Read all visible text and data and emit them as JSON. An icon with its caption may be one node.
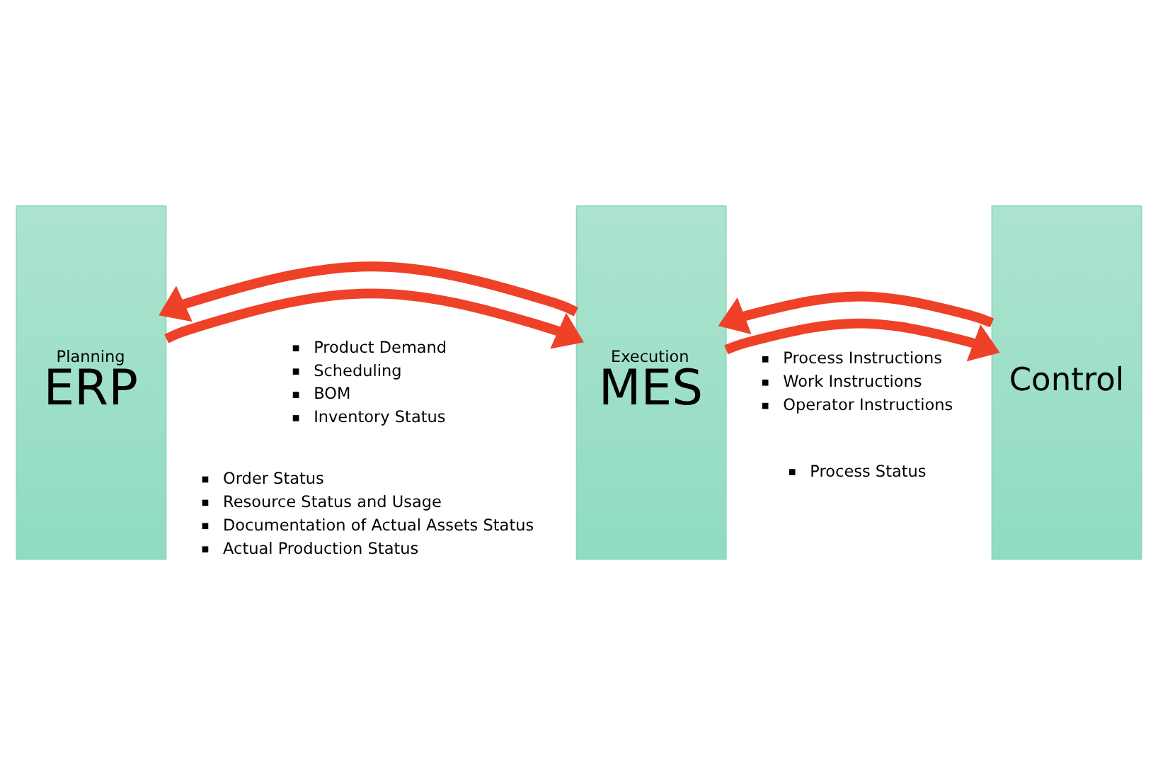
{
  "diagram": {
    "nodes": [
      {
        "text": [
          "Planning",
          "ERP"
        ]
      },
      {
        "text": [
          "Execution",
          "MES"
        ]
      },
      {
        "text": [
          "Control"
        ]
      }
    ],
    "edges": [
      {
        "from": 0,
        "to": 1,
        "arrow": "to"
      },
      {
        "from": 1,
        "to": 0,
        "arrow": "to"
      },
      {
        "from": 1,
        "to": 2,
        "arrow": "to"
      },
      {
        "from": 2,
        "to": 1,
        "arrow": "to"
      }
    ],
    "labels": [
      "Product Demand",
      "Scheduling",
      "BOM",
      "Inventory Status",
      "Order Status",
      "Resource Status and Usage",
      "Documentation of Actual Assets Status",
      "Actual Production Status",
      "Process Instructions",
      "Work Instructions",
      "Operator Instructions",
      "Process Status"
    ]
  }
}
